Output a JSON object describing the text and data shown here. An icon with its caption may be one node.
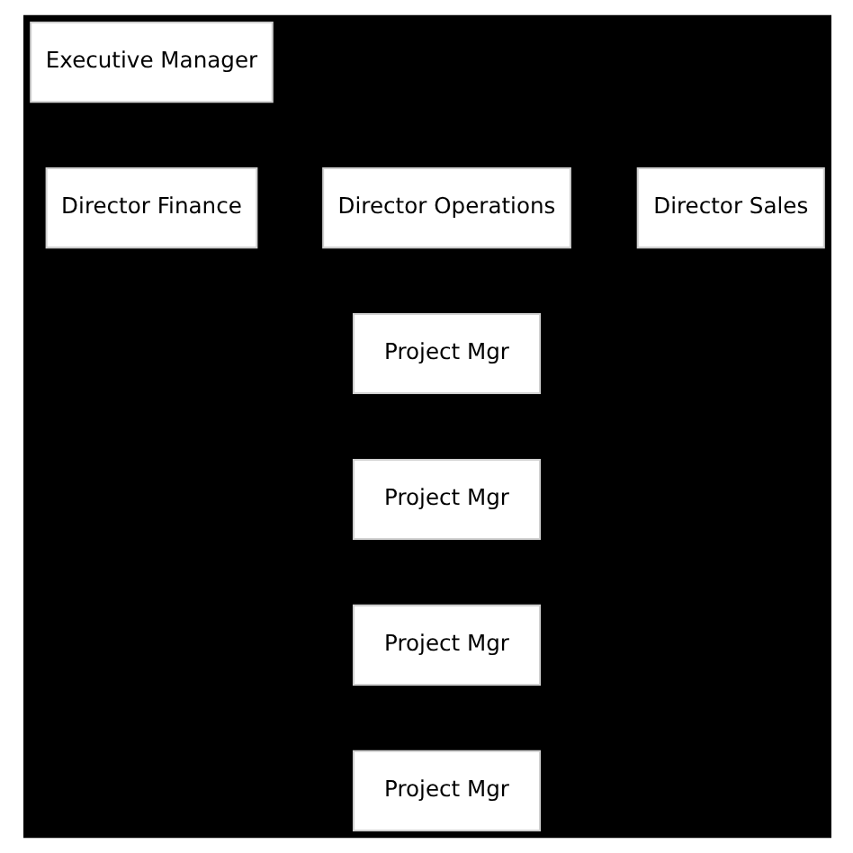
{
  "diagram": {
    "nodes": [
      {
        "text": [
          "Executive Manager"
        ]
      },
      {
        "text": [
          "Director Operations"
        ]
      },
      {
        "text": [
          "Director Sales"
        ]
      },
      {
        "text": [
          "Director Finance"
        ]
      },
      {
        "text": [
          "Project Mgr"
        ]
      },
      {
        "text": [
          "Project Mgr"
        ]
      },
      {
        "text": [
          "Project Mgr"
        ]
      },
      {
        "text": [
          "Project Mgr"
        ]
      }
    ],
    "edges": []
  }
}
